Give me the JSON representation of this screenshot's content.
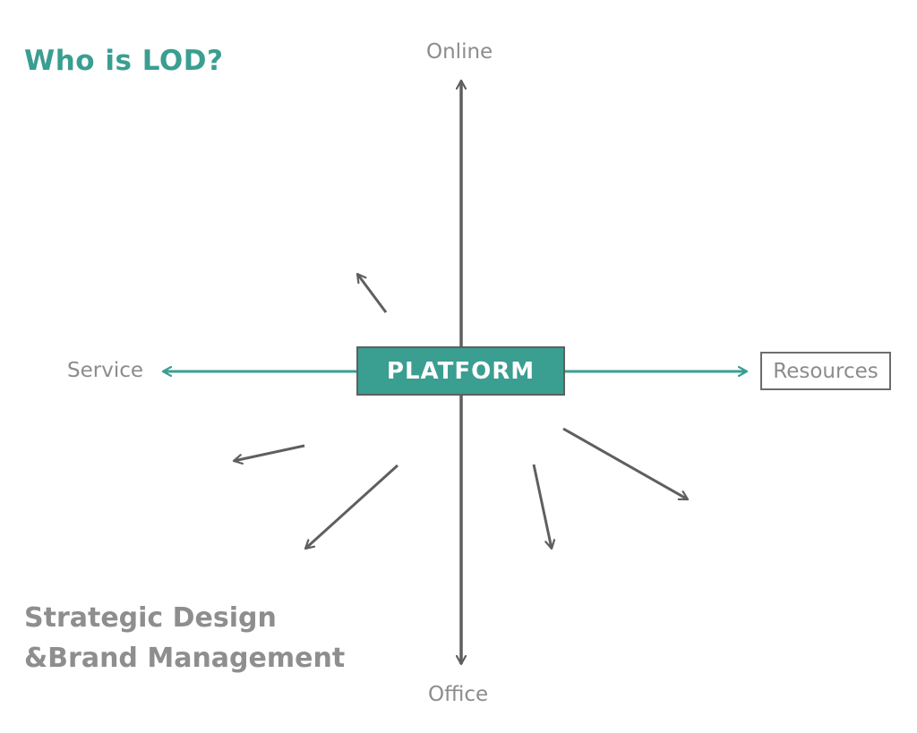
{
  "title": "Who is LOD?",
  "center_node": {
    "label": "PLATFORM"
  },
  "axis_labels": {
    "top": "Online",
    "bottom": "Office",
    "left": "Service",
    "right": "Resources"
  },
  "subtitle": {
    "line1": "Strategic Design",
    "line2": "&Brand Management"
  },
  "colors": {
    "accent": "#3a9e91",
    "arrow_gray": "#5f5f5f",
    "text_gray": "#8c8c8c"
  }
}
